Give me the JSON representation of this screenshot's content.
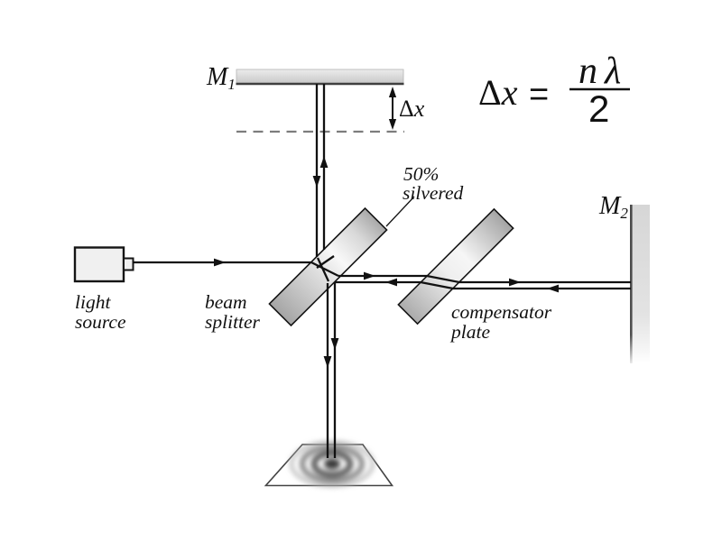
{
  "labels": {
    "mirror1": {
      "main": "M",
      "sub": "1"
    },
    "mirror2": {
      "main": "M",
      "sub": "2"
    },
    "displacement": {
      "delta": "Δ",
      "x": "x"
    },
    "light_source": {
      "line1": "light",
      "line2": "source"
    },
    "beam_splitter": {
      "line1": "beam",
      "line2": "splitter"
    },
    "silvered": {
      "line1": "50%",
      "line2": "silvered"
    },
    "compensator": {
      "line1": "compensator",
      "line2": "plate"
    }
  },
  "formula": {
    "lhs_delta": "Δ",
    "lhs_x": "x",
    "equals": "=",
    "numerator_n": "n",
    "numerator_lambda": "λ",
    "denominator": "2"
  },
  "colors": {
    "ink": "#111111",
    "mirror_fill": "#d9d9d9",
    "mirror_edge": "#3f3f3f",
    "glass_light": "#f7f7f7",
    "glass_dark": "#a6a6a6",
    "dashed_line": "#7d7d7d",
    "fringe_dark": "#3a3a3a",
    "fringe_mid": "#808080",
    "fringe_light": "#b2b2b2",
    "background": "#ffffff"
  }
}
